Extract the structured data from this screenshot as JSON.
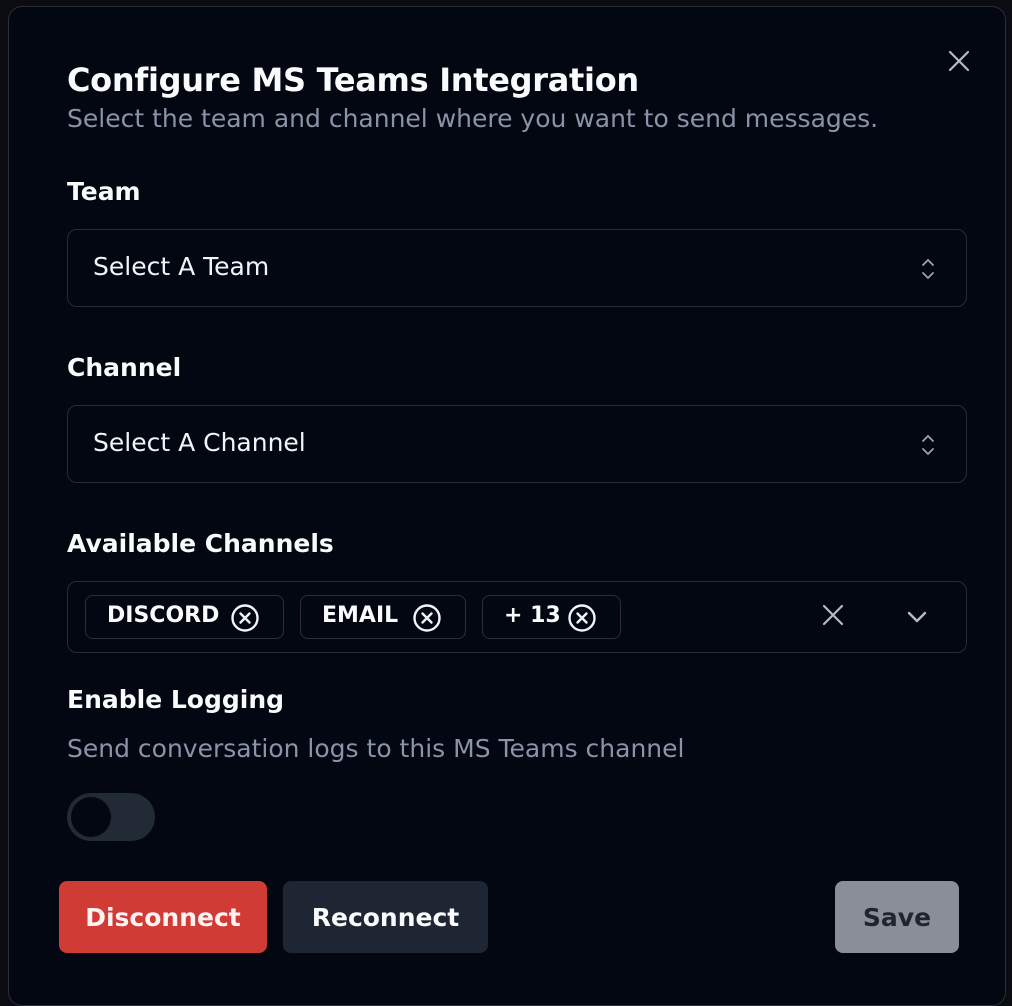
{
  "dialog": {
    "title": "Configure MS Teams Integration",
    "subtitle": "Select the team and channel where you want to send messages."
  },
  "team": {
    "label": "Team",
    "selected": "Select A Team"
  },
  "channel": {
    "label": "Channel",
    "selected": "Select A Channel"
  },
  "available_channels": {
    "label": "Available Channels",
    "chips": [
      "DISCORD",
      "EMAIL",
      "+ 13"
    ]
  },
  "logging": {
    "label": "Enable Logging",
    "description": "Send conversation logs to this MS Teams channel",
    "enabled": false
  },
  "buttons": {
    "disconnect": "Disconnect",
    "reconnect": "Reconnect",
    "save": "Save"
  },
  "colors": {
    "danger": "#d13b35",
    "secondary": "#1e2533",
    "disabled": "#8a8e99"
  }
}
